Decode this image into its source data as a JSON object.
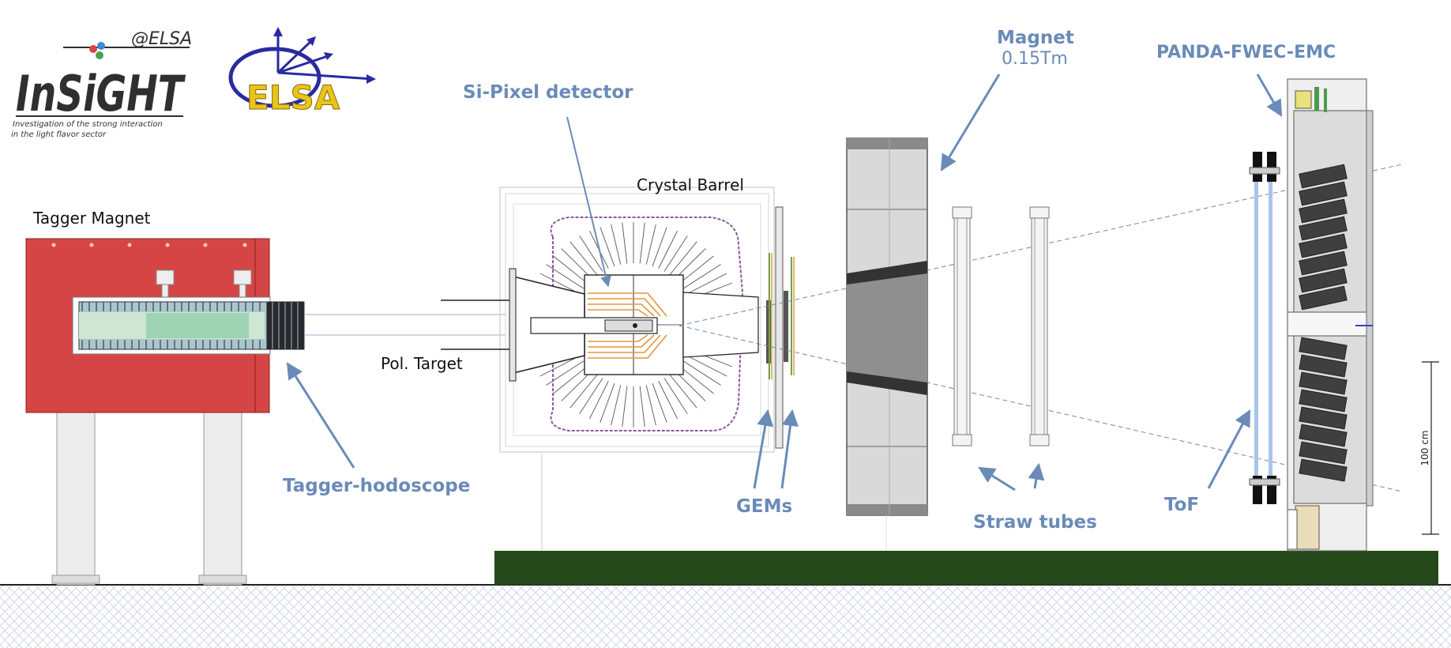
{
  "logos": {
    "insight_suffix": "@ELSA",
    "insight_word": "InSiGHT",
    "insight_tagline_1": "Investigation of the strong interaction",
    "insight_tagline_2": "in the light flavor sector",
    "elsa_word": "ELSA"
  },
  "labels": {
    "tagger_magnet": "Tagger Magnet",
    "tagger_hodoscope": "Tagger-hodoscope",
    "pol_target": "Pol. Target",
    "crystal_barrel": "Crystal Barrel",
    "si_pixel": "Si-Pixel detector",
    "gems": "GEMs",
    "magnet": "Magnet",
    "magnet_field": "0.15Tm",
    "straw_tubes": "Straw tubes",
    "panda": "PANDA-FWEC-EMC",
    "tof": "ToF",
    "scale": "100 cm"
  },
  "colors": {
    "label_blue": "#6a8bb8",
    "tagger_red": "#d64545",
    "ground_green": "#24481a",
    "crystal_purple": "#8a5a9a",
    "pixel_orange": "#e3963a"
  }
}
